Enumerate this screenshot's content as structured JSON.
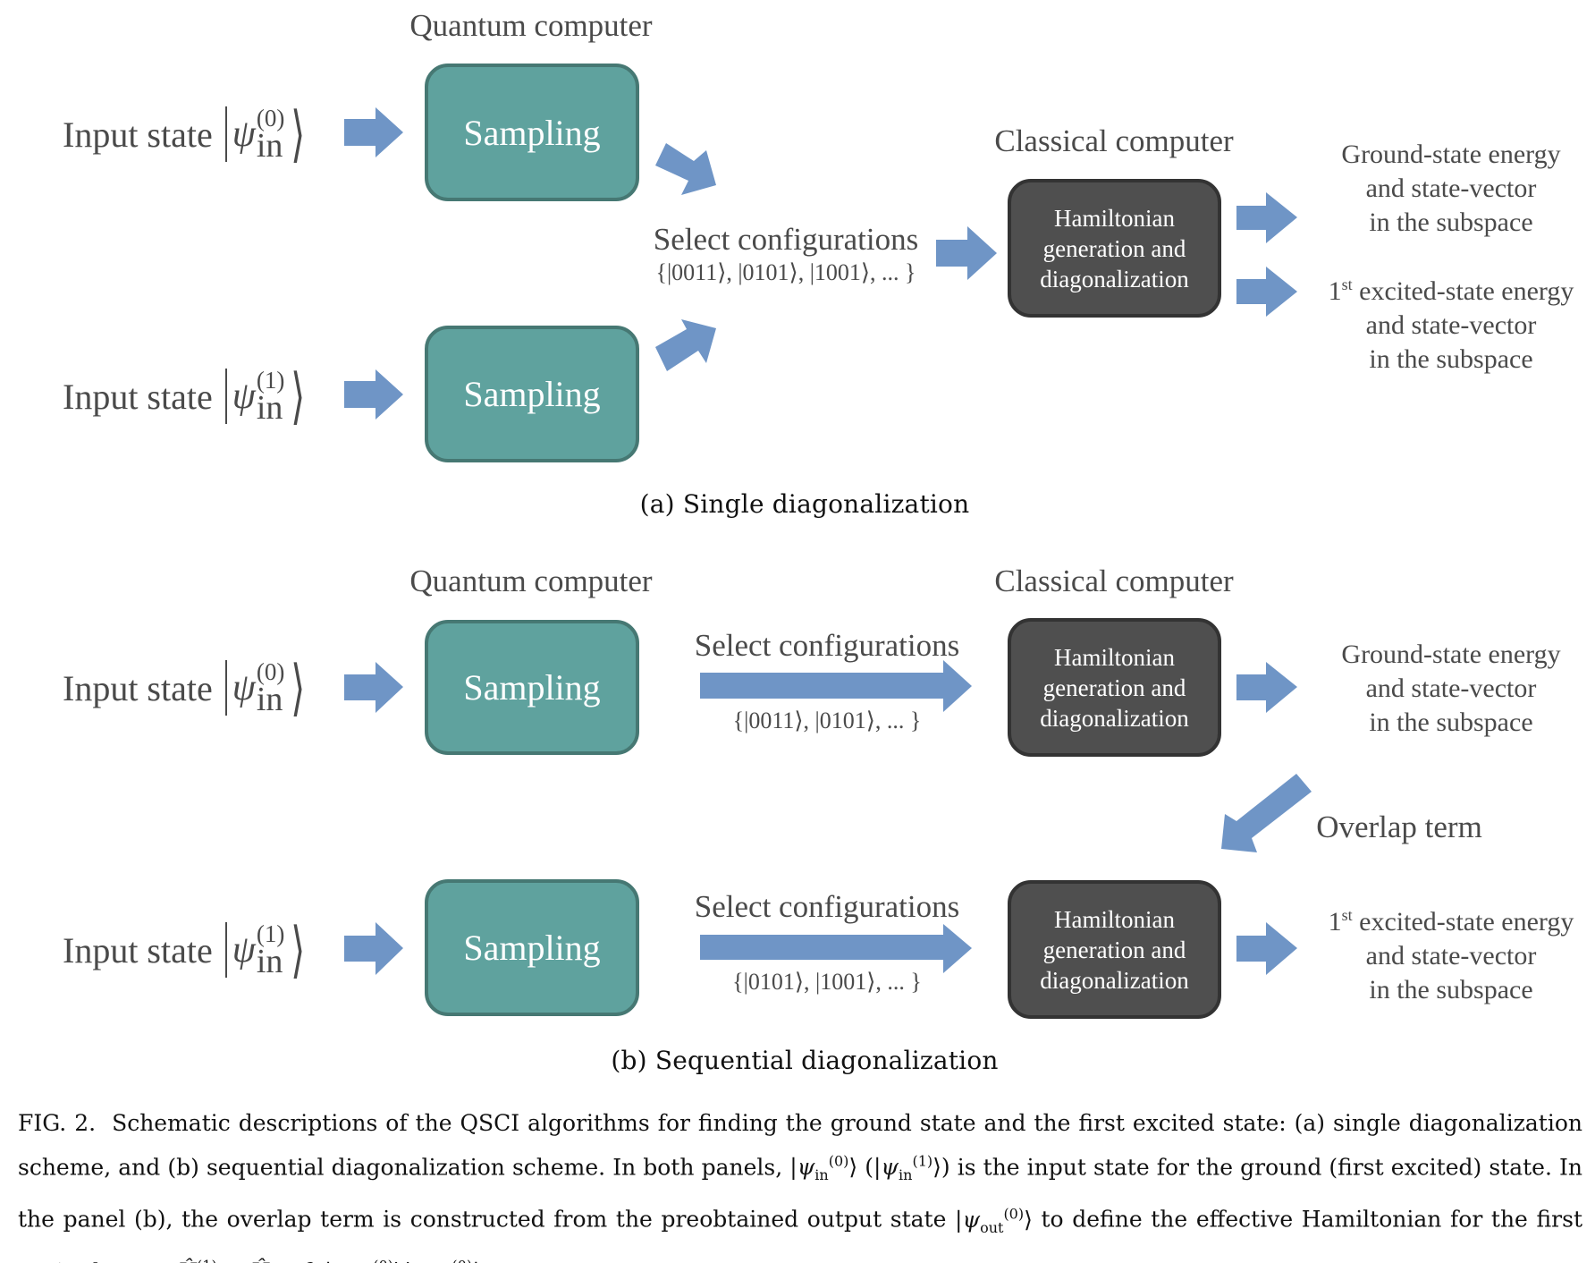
{
  "colors": {
    "sampling_fill": "#5fa29e",
    "sampling_border": "#467873",
    "classical_fill": "#4f4f4f",
    "arrow": "#6f95c6",
    "text": "#4a4a4a"
  },
  "panel_a": {
    "quantum_title": "Quantum computer",
    "classical_title": "Classical computer",
    "inputs": [
      {
        "label": "Input state",
        "psi": "ψ",
        "sup": "(0)",
        "sub": "in"
      },
      {
        "label": "Input state",
        "psi": "ψ",
        "sup": "(1)",
        "sub": "in"
      }
    ],
    "sampling_label": "Sampling",
    "select_label": "Select configurations",
    "config_set": "{|0011⟩, |0101⟩, |1001⟩, ... }",
    "hamiltonian_lines": [
      "Hamiltonian",
      "generation and",
      "diagonalization"
    ],
    "results": [
      {
        "lines": [
          "Ground-state energy",
          "and state-vector",
          "in the subspace"
        ]
      },
      {
        "prefix": "1",
        "prefix_sup": "st",
        "lines": [
          " excited-state energy",
          "and state-vector",
          "in the subspace"
        ]
      }
    ],
    "label": "(a) Single diagonalization"
  },
  "panel_b": {
    "quantum_title": "Quantum computer",
    "classical_title": "Classical computer",
    "rows": [
      {
        "input": {
          "label": "Input state",
          "psi": "ψ",
          "sup": "(0)",
          "sub": "in"
        },
        "select_label": "Select configurations",
        "config_set": "{|0011⟩, |0101⟩, ... }",
        "result": {
          "lines": [
            "Ground-state energy",
            "and state-vector",
            "in the subspace"
          ]
        }
      },
      {
        "input": {
          "label": "Input state",
          "psi": "ψ",
          "sup": "(1)",
          "sub": "in"
        },
        "select_label": "Select configurations",
        "config_set": "{|0101⟩, |1001⟩, ... }",
        "result": {
          "prefix": "1",
          "prefix_sup": "st",
          "lines": [
            " excited-state energy",
            "and state-vector",
            "in the subspace"
          ]
        }
      }
    ],
    "sampling_label": "Sampling",
    "hamiltonian_lines": [
      "Hamiltonian",
      "generation and",
      "diagonalization"
    ],
    "overlap_label": "Overlap term",
    "label": "(b) Sequential diagonalization"
  },
  "caption": {
    "fig": "FIG. 2.",
    "s1": "Schematic descriptions of the QSCI algorithms for finding the ground state and the first excited state: (a) single diagonalization scheme, and (b) sequential diagonalization scheme. In both panels, ",
    "s2": " is the input state for the ground (first excited) state. In the panel (b), the overlap term is constructed from the preobtained output state ",
    "s3": " to define the effective Hamiltonian for the first excited state, ",
    "s4": "."
  }
}
